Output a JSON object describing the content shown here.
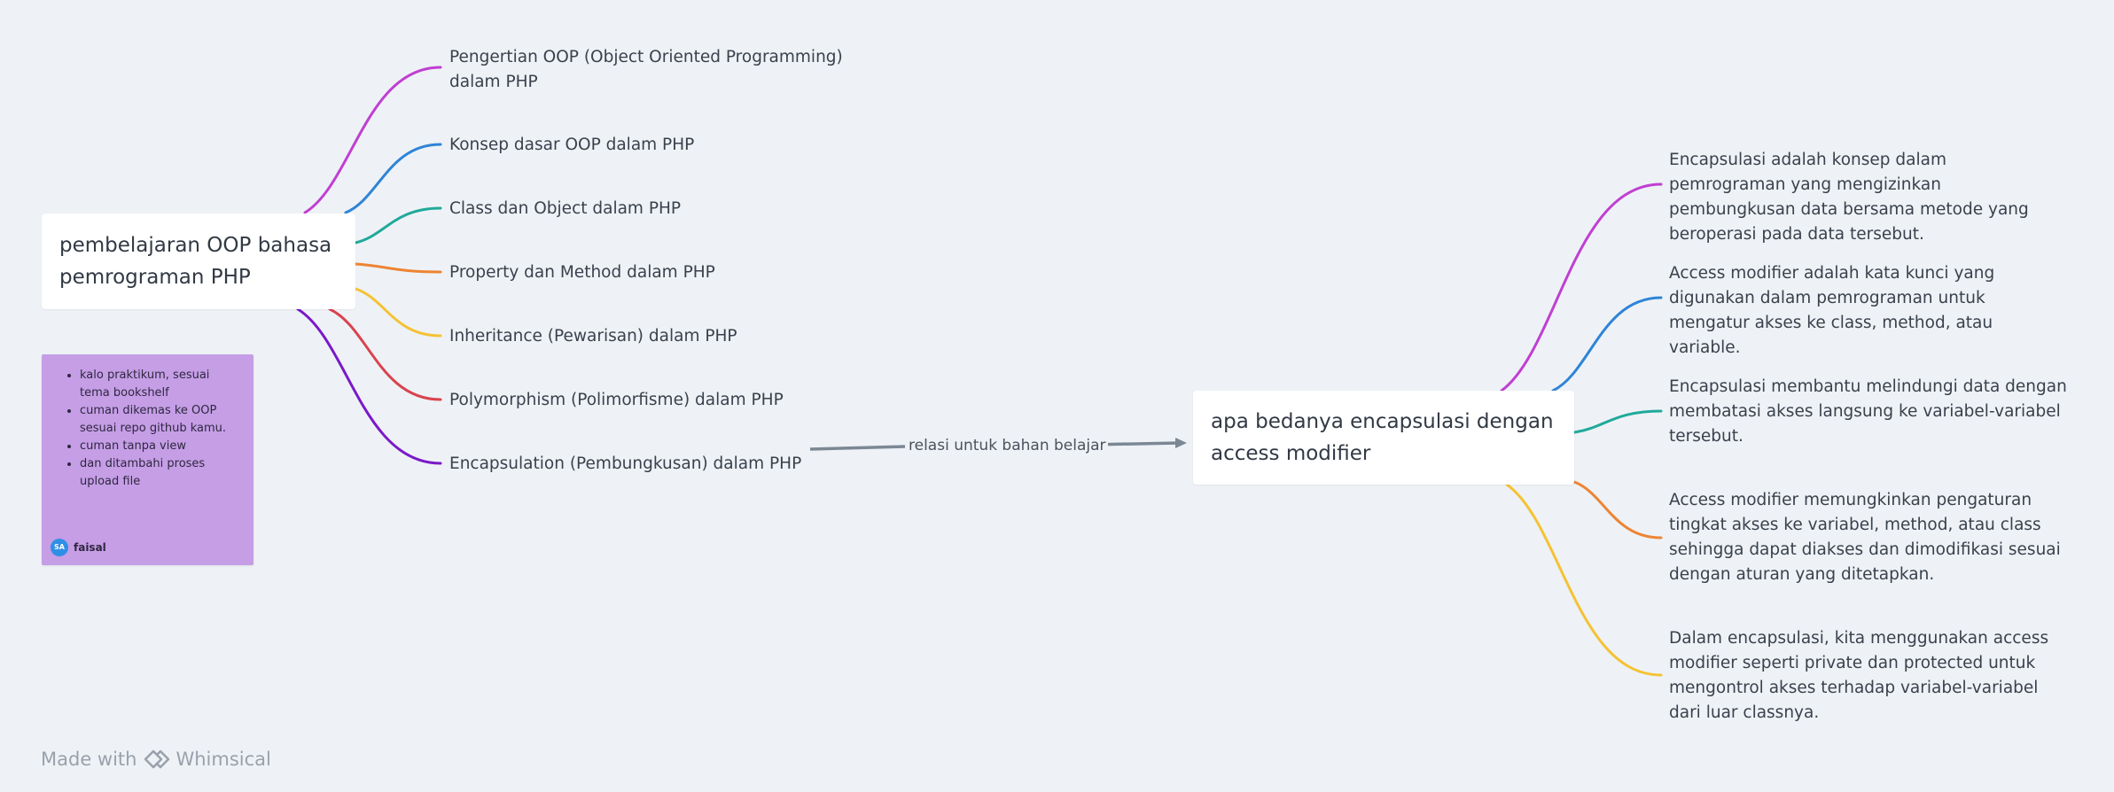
{
  "root_left": {
    "label": "pembelajaran OOP bahasa pemrograman PHP"
  },
  "root_right": {
    "label": "apa bedanya encapsulasi dengan access modifier"
  },
  "left_branches": [
    {
      "label": "Pengertian OOP (Object Oriented Programming)\ndalam PHP",
      "color": "#c03fd2"
    },
    {
      "label": "Konsep dasar OOP dalam PHP",
      "color": "#2e84d6"
    },
    {
      "label": "Class dan Object dalam PHP",
      "color": "#20a99a"
    },
    {
      "label": "Property dan Method dalam PHP",
      "color": "#ee8433"
    },
    {
      "label": "Inheritance (Pewarisan) dalam PHP",
      "color": "#f5c234"
    },
    {
      "label": "Polymorphism (Polimorfisme) dalam PHP",
      "color": "#d9434f"
    },
    {
      "label": "Encapsulation (Pembungkusan) dalam PHP",
      "color": "#7a19c9"
    }
  ],
  "right_branches": [
    {
      "label": "Encapsulasi adalah konsep dalam pemrograman yang mengizinkan pembungkusan data bersama metode yang beroperasi pada data tersebut.",
      "color": "#c03fd2"
    },
    {
      "label": "Access modifier adalah kata kunci yang digunakan dalam pemrograman untuk mengatur akses ke class, method, atau variable.",
      "color": "#2e84d6"
    },
    {
      "label": "Encapsulasi membantu melindungi data dengan membatasi akses langsung ke variabel-variabel tersebut.",
      "color": "#20a99a"
    },
    {
      "label": "Access modifier memungkinkan pengaturan tingkat akses ke variabel, method, atau class sehingga dapat diakses dan dimodifikasi sesuai dengan aturan yang ditetapkan.",
      "color": "#ee8433"
    },
    {
      "label": "Dalam encapsulasi, kita menggunakan access modifier seperti private dan protected untuk mengontrol akses terhadap variabel-variabel dari luar classnya.",
      "color": "#f5c234"
    }
  ],
  "connection": {
    "label": "relasi untuk bahan belajar",
    "color": "#7c8795"
  },
  "sticky_note": {
    "items": [
      "kalo praktikum, sesuai tema bookshelf",
      "cuman dikemas ke OOP sesuai repo github kamu.",
      "cuman tanpa view",
      "dan ditambahi proses upload file"
    ],
    "author_initials": "SA",
    "author_name": "faisal",
    "color": "#c59ee6"
  },
  "footer": {
    "made_with": "Made with",
    "brand": "Whimsical",
    "logo_icon": "whimsical-logo-icon"
  }
}
